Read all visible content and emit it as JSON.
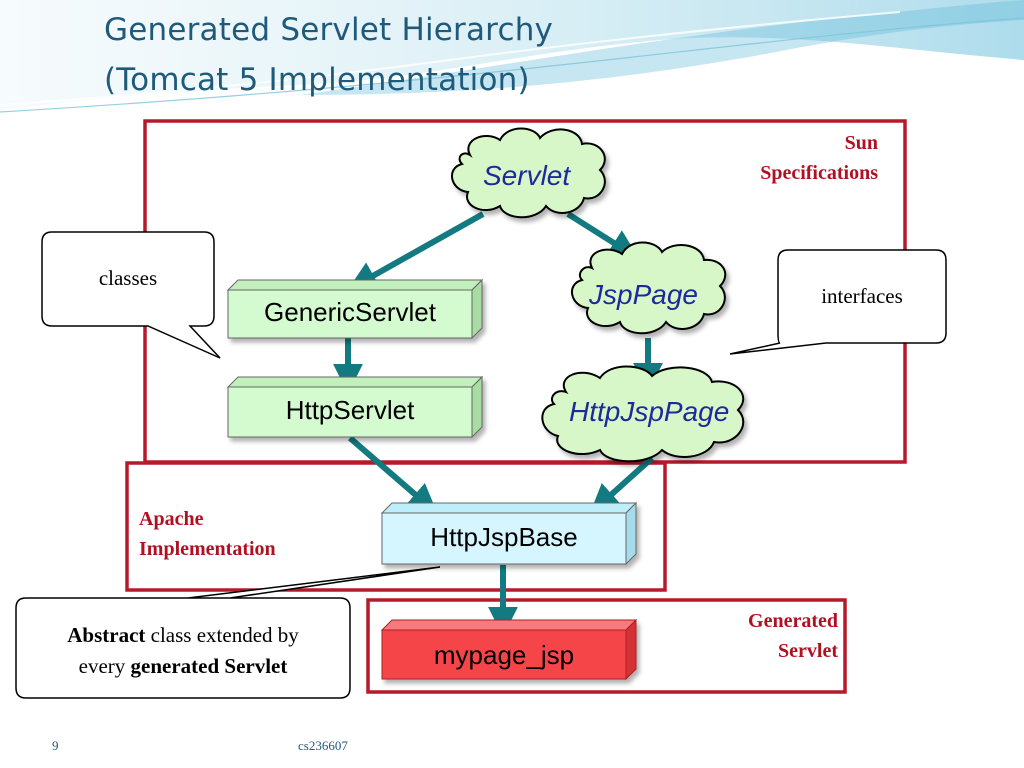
{
  "title": {
    "line1": "Generated Servlet Hierarchy",
    "line2": "(Tomcat 5 Implementation)"
  },
  "regions": {
    "sun": {
      "line1": "Sun",
      "line2": "Specifications",
      "color": "#b01020"
    },
    "apache": {
      "line1": "Apache",
      "line2": "Implementation",
      "color": "#b01020"
    },
    "generated": {
      "line1": "Generated",
      "line2": "Servlet",
      "color": "#b01020"
    }
  },
  "nodes": {
    "servlet": "Servlet",
    "jsppage": "JspPage",
    "httpjsppage": "HttpJspPage",
    "genericservlet": "GenericServlet",
    "httpservlet": "HttpServlet",
    "httpjspbase": "HttpJspBase",
    "mypage": "mypage_jsp"
  },
  "callouts": {
    "classes": "classes",
    "interfaces": "interfaces",
    "abstract": {
      "bold1": "Abstract",
      "text1": " class extended by",
      "text2": "every ",
      "bold2": "generated Servlet"
    }
  },
  "footer": {
    "page": "9",
    "course": "cs236607"
  },
  "colors": {
    "arrow": "#127a80",
    "interface_fill": "#d8f7c9",
    "class_fill": "#d4fad0",
    "base_fill": "#d6f6ff",
    "generated_fill": "#f5454a",
    "accent": "#1f5a7a"
  }
}
